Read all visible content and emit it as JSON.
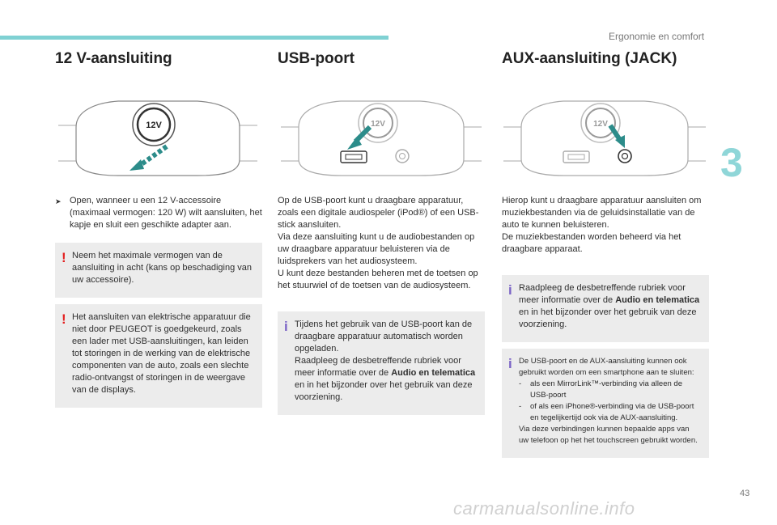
{
  "header": {
    "section": "Ergonomie en comfort",
    "chapter": "3",
    "page": "43"
  },
  "footer": {
    "watermark": "carmanualsonline.info"
  },
  "col1": {
    "title": "12 V-aansluiting",
    "socket_label": "12V",
    "bullet": "Open, wanneer u een 12 V-accessoire (maximaal vermogen: 120 W) wilt aansluiten, het kapje en sluit een geschikte adapter aan.",
    "warn1": "Neem het maximale vermogen van de aansluiting in acht (kans op beschadiging van uw accessoire).",
    "warn2": "Het aansluiten van elektrische apparatuur die niet door PEUGEOT is goedgekeurd, zoals een lader met USB-aansluitingen, kan leiden tot storingen in de werking van de elektrische componenten van de auto, zoals een slechte radio-ontvangst of storingen in de weergave van de displays."
  },
  "col2": {
    "title": "USB-poort",
    "socket_label": "12V",
    "p1": "Op de USB-poort kunt u draagbare apparatuur, zoals een digitale audiospeler (iPod®) of een USB-stick aansluiten.",
    "p2": "Via deze aansluiting kunt u de audiobestanden op uw draagbare apparatuur beluisteren via de luidsprekers van het audiosysteem.",
    "p3": "U kunt deze bestanden beheren met de toetsen op het stuurwiel of de toetsen van de audiosysteem.",
    "info_a": "Tijdens het gebruik van de USB-poort kan de draagbare apparatuur automatisch worden opgeladen.",
    "info_b1": "Raadpleeg de desbetreffende rubriek voor meer informatie over de ",
    "info_b_bold": "Audio en telematica",
    "info_b2": " en in het bijzonder over het gebruik van deze voorziening."
  },
  "col3": {
    "title": "AUX-aansluiting (JACK)",
    "socket_label": "12V",
    "p1": "Hierop kunt u draagbare apparatuur aansluiten om muziekbestanden via de geluidsinstallatie van de auto te kunnen beluisteren.",
    "p2": "De muziekbestanden worden beheerd via het draagbare apparaat.",
    "info1_a": "Raadpleeg de desbetreffende rubriek voor meer informatie over de ",
    "info1_bold": "Audio en telematica",
    "info1_b": " en in het bijzonder over het gebruik van deze voorziening.",
    "info2_intro": "De USB-poort en de AUX-aansluiting kunnen ook gebruikt worden om een smartphone aan te sluiten:",
    "info2_items": [
      "als een MirrorLink™-verbinding via alleen de USB-poort",
      "of als een iPhone®-verbinding via de USB-poort en tegelijkertijd ook via de AUX-aansluiting."
    ],
    "info2_outro": "Via deze verbindingen kunnen bepaalde apps van uw telefoon op het het touchscreen gebruikt worden."
  },
  "colors": {
    "accent": "#7fd1d3",
    "warning": "#e32020",
    "info": "#7b63c6",
    "arrow": "#2c8c8a"
  },
  "icons": {
    "bullet": "arrow-right-icon",
    "warn": "exclamation-icon",
    "info": "info-icon"
  }
}
